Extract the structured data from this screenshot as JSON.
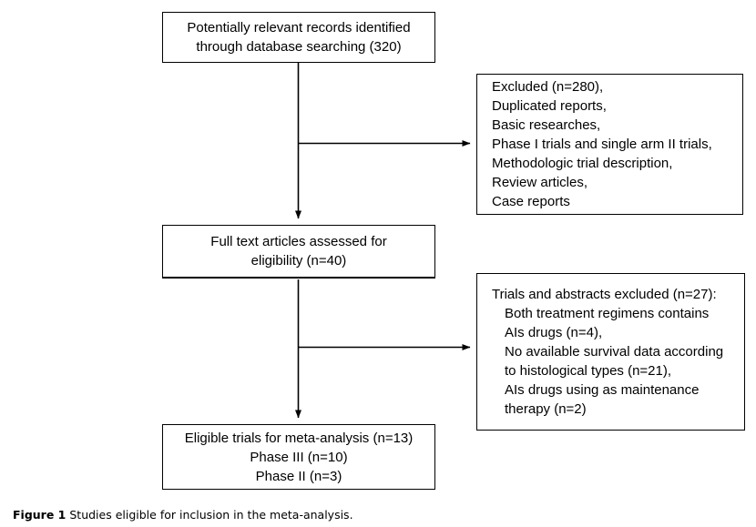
{
  "figure": {
    "caption_label": "Figure 1",
    "caption_text": "Studies eligible for inclusion in the meta-analysis.",
    "type": "prisma-flow-diagram"
  },
  "colors": {
    "box_border": "#000000",
    "background": "#ffffff",
    "text": "#000000",
    "connector": "#000000"
  },
  "nodes": {
    "identified": {
      "name": "records-identified",
      "lines": [
        "Potentially relevant records identified",
        "through database searching (320)"
      ],
      "count": 320
    },
    "fulltext": {
      "name": "full-text-assessed",
      "lines": [
        "Full text articles assessed for",
        "eligibility (n=40)"
      ],
      "count": 40
    },
    "eligible": {
      "name": "eligible-trials",
      "lines": [
        "Eligible trials for meta-analysis (n=13)",
        "Phase III (n=10)",
        "Phase II (n=3)"
      ],
      "count": 13,
      "phase_iii": 10,
      "phase_ii": 3
    },
    "excluded_1": {
      "name": "records-excluded",
      "lines": [
        "Excluded (n=280),",
        "Duplicated reports,",
        "Basic researches,",
        "Phase I trials and single arm II trials,",
        "Methodologic trial description,",
        "Review articles,",
        "Case reports"
      ],
      "count": 280
    },
    "excluded_2": {
      "name": "trials-abstracts-excluded",
      "lines": [
        "Trials and abstracts excluded (n=27):",
        "Both treatment regimens contains",
        "AIs drugs (n=4),",
        "No available survival data according",
        "to histological types (n=21),",
        "AIs drugs using as maintenance",
        "therapy (n=2)"
      ],
      "indents": [
        false,
        true,
        true,
        true,
        true,
        true,
        true
      ],
      "count": 27,
      "reasons": [
        {
          "label": "Both treatment regimens contains AIs drugs",
          "n": 4
        },
        {
          "label": "No available survival data according to histological types",
          "n": 21
        },
        {
          "label": "AIs drugs using as maintenance therapy",
          "n": 2
        }
      ]
    }
  },
  "connectors": [
    {
      "name": "identified-to-fulltext",
      "kind": "vertical-arrow"
    },
    {
      "name": "identified-to-excluded-1",
      "kind": "horizontal-arrow"
    },
    {
      "name": "fulltext-to-eligible",
      "kind": "vertical-arrow"
    },
    {
      "name": "fulltext-to-excluded-2",
      "kind": "horizontal-arrow"
    }
  ]
}
